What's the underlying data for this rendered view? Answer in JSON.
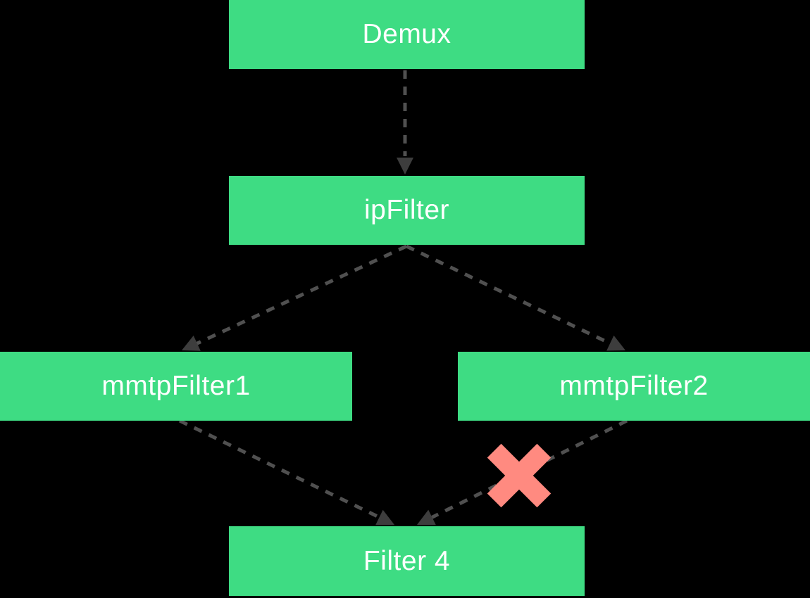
{
  "colors": {
    "background": "#000000",
    "node_fill": "#3edc83",
    "node_text": "#ffffff",
    "edge": "#505050",
    "arrowhead": "#3d3d3d",
    "blocked_x": "#ff8a80"
  },
  "nodes": [
    {
      "id": "demux",
      "label": "Demux"
    },
    {
      "id": "ipFilter",
      "label": "ipFilter"
    },
    {
      "id": "mmtpFilter1",
      "label": "mmtpFilter1"
    },
    {
      "id": "mmtpFilter2",
      "label": "mmtpFilter2"
    },
    {
      "id": "filter4",
      "label": "Filter 4"
    }
  ],
  "edges": [
    {
      "from": "Demux",
      "to": "ipFilter",
      "style": "dashed-arrow",
      "blocked": false
    },
    {
      "from": "ipFilter",
      "to": "mmtpFilter1",
      "style": "dashed-arrow",
      "blocked": false
    },
    {
      "from": "ipFilter",
      "to": "mmtpFilter2",
      "style": "dashed-arrow",
      "blocked": false
    },
    {
      "from": "mmtpFilter1",
      "to": "Filter 4",
      "style": "dashed-arrow",
      "blocked": false
    },
    {
      "from": "mmtpFilter2",
      "to": "Filter 4",
      "style": "dashed-arrow",
      "blocked": true
    }
  ],
  "icons": [
    {
      "name": "arrowhead-icon",
      "glyph": "triangle"
    },
    {
      "name": "blocked-x-icon",
      "glyph": "cross"
    }
  ]
}
